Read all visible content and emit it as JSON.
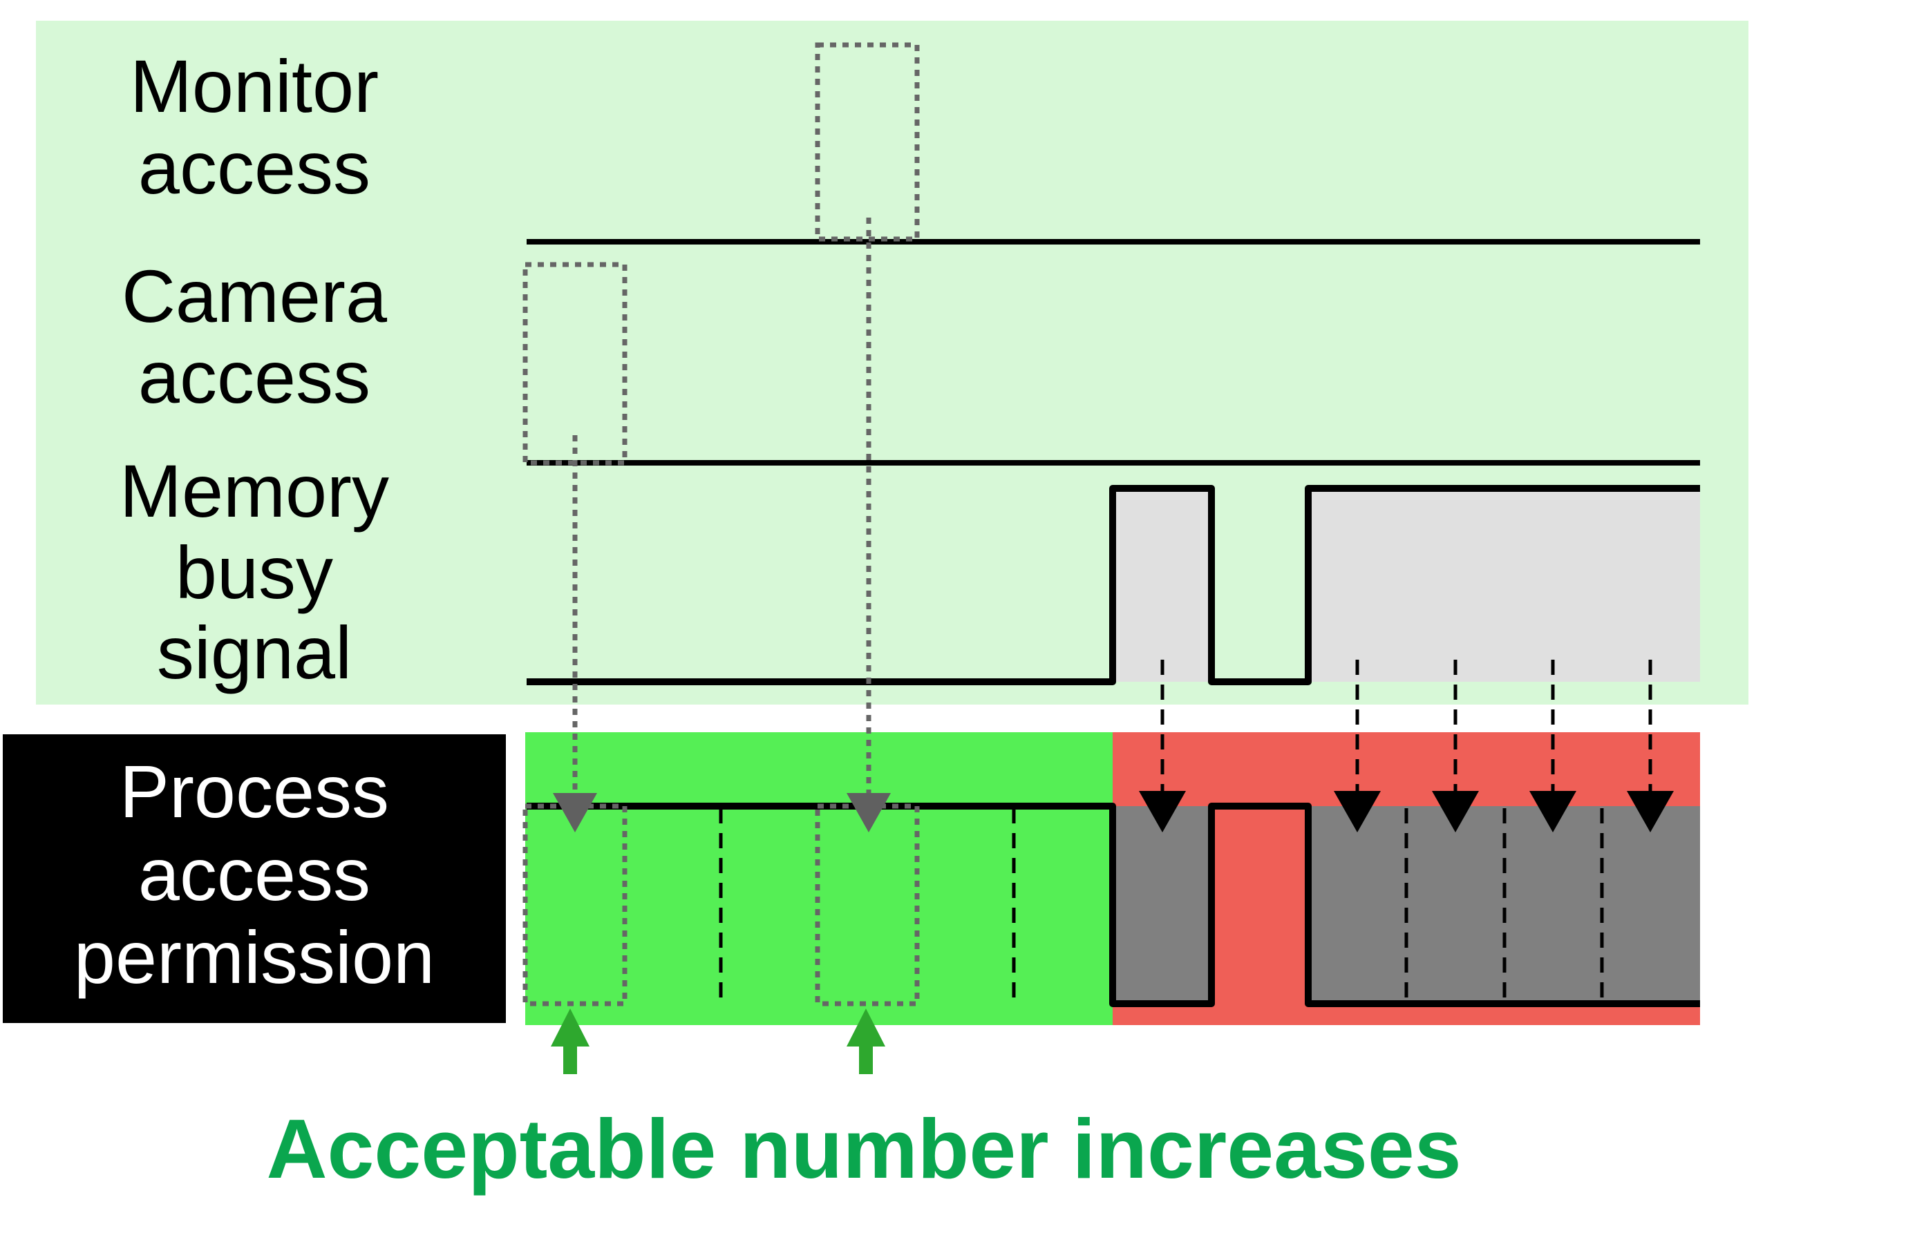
{
  "signals": {
    "monitor_access": {
      "line1": "Monitor",
      "line2": "access"
    },
    "camera_access": {
      "line1": "Camera",
      "line2": "access"
    },
    "memory_busy": {
      "line1": "Memory",
      "line2": "busy",
      "line3": "signal"
    },
    "process_access_permission": {
      "line1": "Process",
      "line2": "access",
      "line3": "permission"
    }
  },
  "caption": "Acceptable number increases",
  "colors": {
    "upper_panel_bg": "#d7f8d7",
    "label_box_bg": "#000000",
    "permitted_region": "#55ef55",
    "blocked_region": "#ef5f57",
    "memory_busy_fill": "#e0e0e0",
    "blocked_fill": "#808080",
    "arrow_green": "#2ea82e",
    "caption_text": "#0aa64e"
  }
}
